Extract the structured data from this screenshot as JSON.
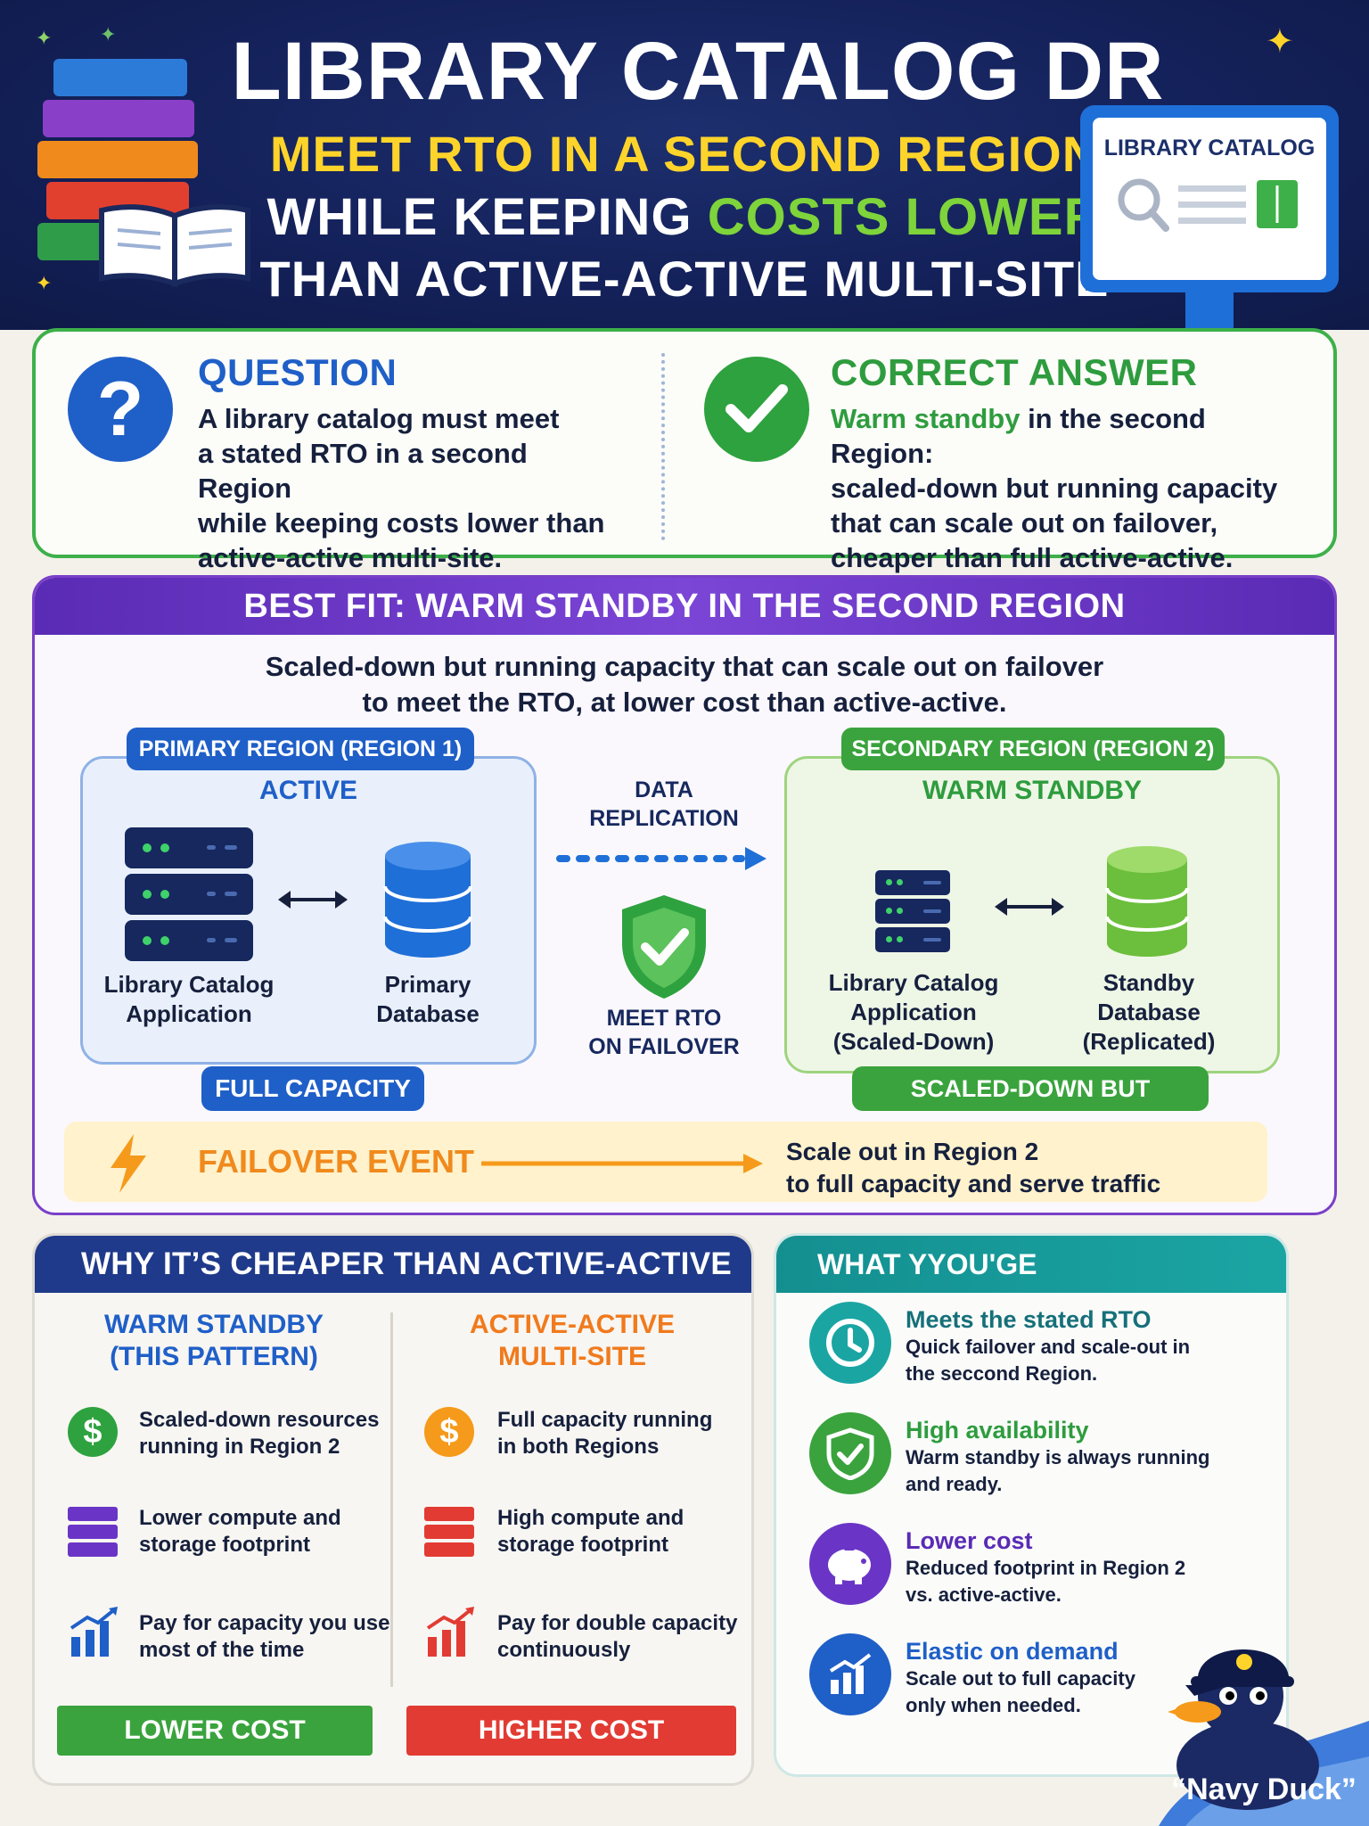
{
  "header": {
    "title": "LIBRARY CATALOG DR",
    "subtitle": "MEET RTO IN A SECOND REGION",
    "line3_a": "WHILE KEEPING ",
    "line3_b": "COSTS LOWER",
    "line4": "THAN ACTIVE-ACTIVE MULTI-SITE",
    "monitor_label": "LIBRARY CATALOG"
  },
  "question": {
    "heading": "QUESTION",
    "lines": [
      "A library catalog must meet",
      "a stated RTO in a second Region",
      "while keeping costs lower than",
      "active-active multi-site."
    ]
  },
  "answer": {
    "heading": "CORRECT ANSWER",
    "highlight": "Warm standby",
    "line1_rest": " in the second Region:",
    "lines": [
      "scaled-down but running capacity",
      "that can scale out on failover,",
      "cheaper than full active-active."
    ]
  },
  "best_fit": {
    "heading": "BEST FIT: WARM STANDBY IN THE SECOND REGION",
    "sub1": "Scaled-down but running capacity that can scale out on failover",
    "sub2": "to meet the RTO, at lower cost than active-active.",
    "primary": {
      "tag": "PRIMARY REGION (REGION 1)",
      "state": "ACTIVE",
      "app_label": [
        "Library Catalog",
        "Application"
      ],
      "db_label": [
        "Primary",
        "Database"
      ],
      "capacity": "FULL CAPACITY"
    },
    "middle": {
      "replication": [
        "DATA",
        "REPLICATION"
      ],
      "rto": [
        "MEET RTO",
        "ON FAILOVER"
      ]
    },
    "secondary": {
      "tag": "SECONDARY REGION (REGION 2)",
      "state": "WARM STANDBY",
      "app_label": [
        "Library Catalog",
        "Application",
        "(Scaled-Down)"
      ],
      "db_label": [
        "Standby",
        "Database",
        "(Replicated)"
      ],
      "capacity": "SCALED-DOWN BUT RUNNING"
    },
    "failover": {
      "label": "FAILOVER EVENT",
      "result1": "Scale out in Region 2",
      "result2": "to full capacity and serve traffic"
    }
  },
  "cheaper": {
    "heading": "WHY IT’S CHEAPER THAN ACTIVE-ACTIVE",
    "warm": {
      "title1": "WARM STANDBY",
      "title2": "(THIS PATTERN)",
      "items": [
        [
          "Scaled-down resources",
          "running in Region 2"
        ],
        [
          "Lower compute and",
          "storage footprint"
        ],
        [
          "Pay for capacity you use",
          "most of the time"
        ]
      ],
      "button": "LOWER COST"
    },
    "active": {
      "title1": "ACTIVE-ACTIVE",
      "title2": "MULTI-SITE",
      "items": [
        [
          "Full capacity running",
          "in both Regions"
        ],
        [
          "High compute and",
          "storage footprint"
        ],
        [
          "Pay for double capacity",
          "continuously"
        ]
      ],
      "button": "HIGHER COST"
    }
  },
  "get": {
    "heading": "WHAT YYOU'GE",
    "items": [
      {
        "title": "Meets the stated RTO",
        "lines": [
          "Quick failover and scale-out in",
          "the seccond Region."
        ],
        "icon": "clock-icon"
      },
      {
        "title": "High availability",
        "lines": [
          "Warm standby is always running",
          "and ready."
        ],
        "icon": "shield-check-icon"
      },
      {
        "title": "Lower cost",
        "lines": [
          "Reduced footprint in Region 2",
          "vs. active-active."
        ],
        "icon": "piggy-bank-icon"
      },
      {
        "title": "Elastic on demand",
        "lines": [
          "Scale out to full capacity",
          "only when needed."
        ],
        "icon": "growth-chart-icon"
      }
    ]
  },
  "mascot": {
    "caption": "“Navy Duck”"
  },
  "colors": {
    "navy": "#14215a",
    "yellow": "#ffd42a",
    "green": "#3db04a",
    "blue": "#1f6fd8",
    "purple": "#6a35c6",
    "orange": "#f59a1a",
    "red": "#e23b33",
    "teal": "#1aa5a3"
  }
}
